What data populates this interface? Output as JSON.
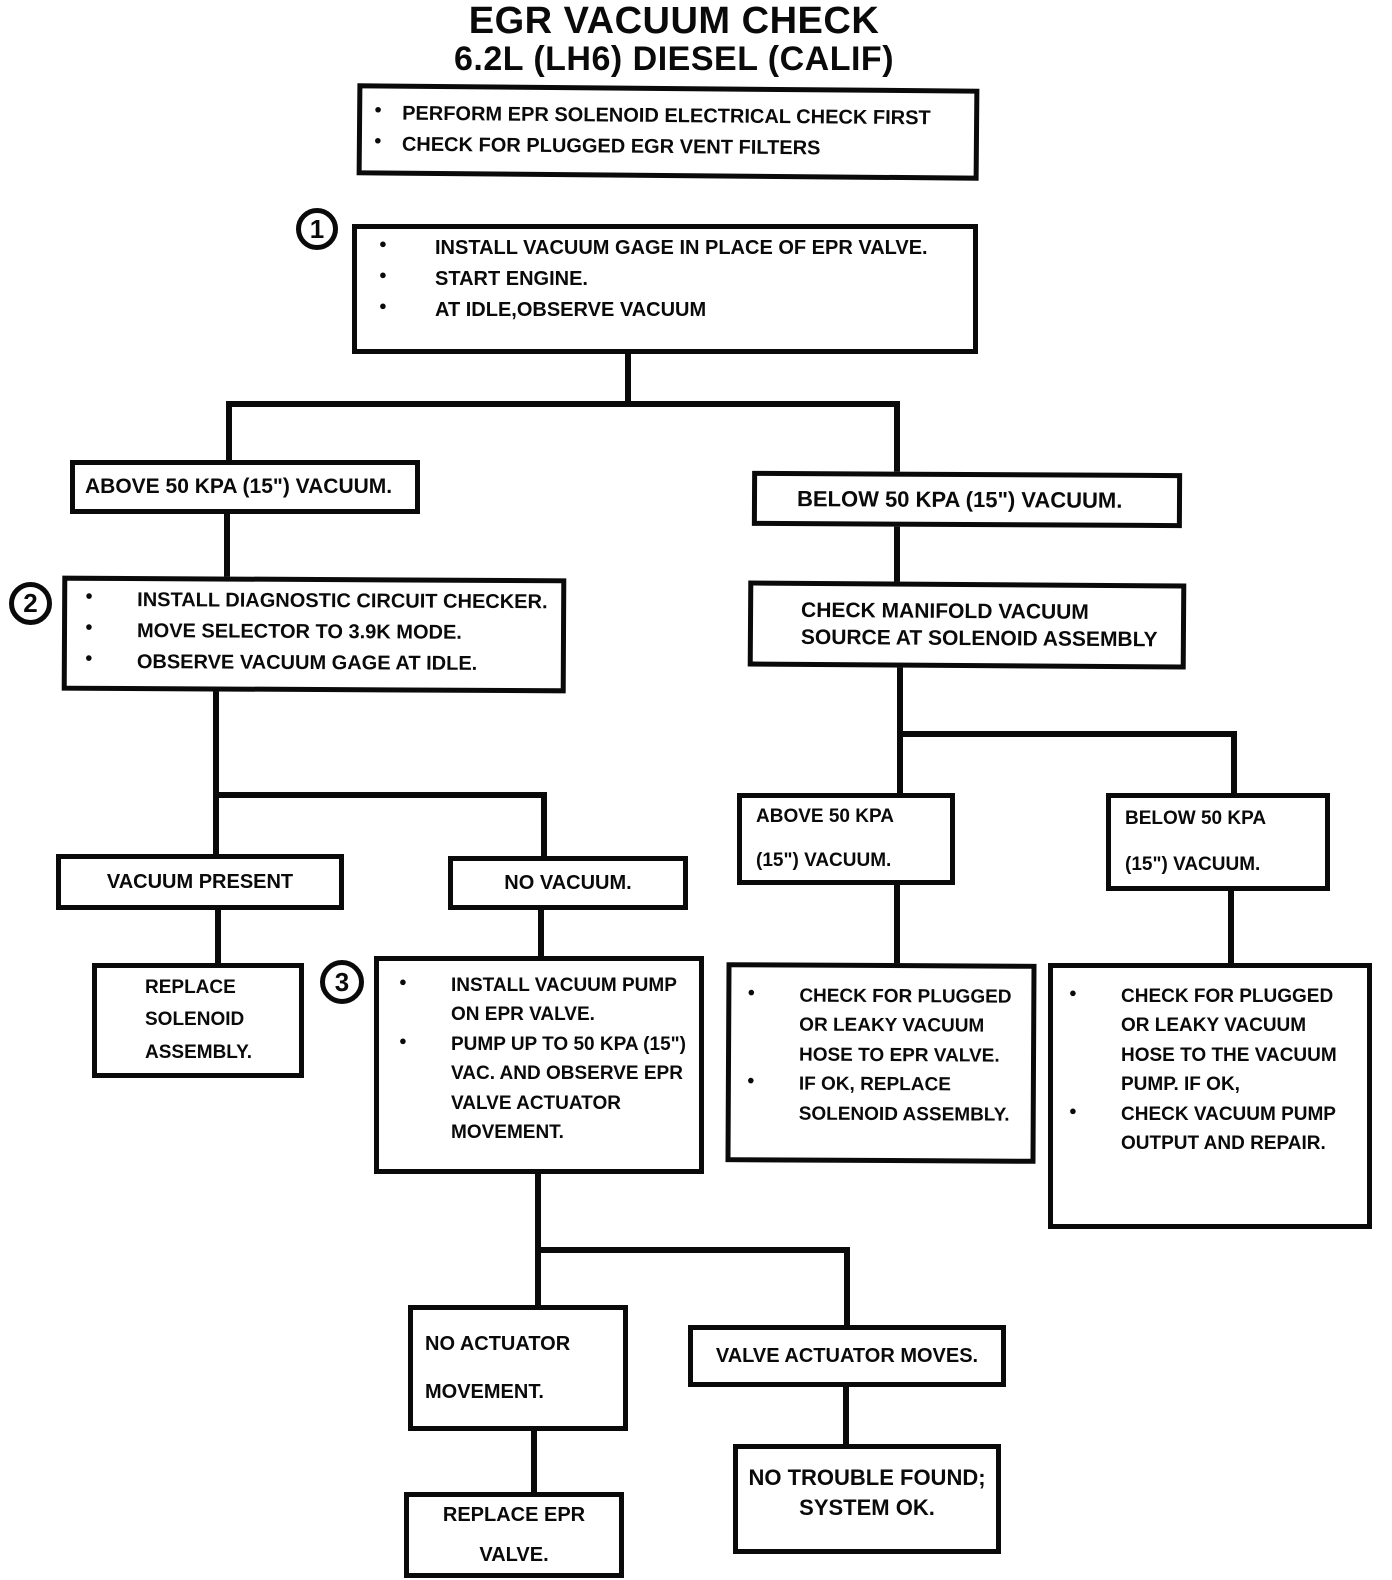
{
  "title": {
    "line1": "EGR VACUUM CHECK",
    "line2": "6.2L (LH6) DIESEL (CALIF)"
  },
  "colors": {
    "ink": "#0a0a0a",
    "paper": "#ffffff"
  },
  "badges": {
    "step1": "1",
    "step2": "2",
    "step3": "3"
  },
  "nodes": {
    "precheck": {
      "bullets": [
        "PERFORM EPR SOLENOID ELECTRICAL CHECK FIRST",
        "CHECK FOR PLUGGED EGR VENT FILTERS"
      ]
    },
    "step1": {
      "bullets": [
        "INSTALL VACUUM GAGE IN PLACE OF EPR VALVE.",
        "START ENGINE.",
        "AT IDLE,OBSERVE VACUUM"
      ]
    },
    "above50": {
      "text": "ABOVE 50 KPA (15\") VACUUM."
    },
    "below50": {
      "text": "BELOW 50 KPA (15\") VACUUM."
    },
    "step2": {
      "bullets": [
        "INSTALL DIAGNOSTIC CIRCUIT CHECKER.",
        "MOVE SELECTOR TO 3.9K MODE.",
        "OBSERVE VACUUM GAGE AT IDLE."
      ]
    },
    "check_manifold": {
      "lines": [
        "CHECK MANIFOLD VACUUM",
        "SOURCE AT SOLENOID ASSEMBLY"
      ]
    },
    "vacuum_present": {
      "text": "VACUUM PRESENT"
    },
    "no_vacuum": {
      "text": "NO VACUUM."
    },
    "replace_solenoid": {
      "lines": [
        "REPLACE",
        "SOLENOID",
        "ASSEMBLY."
      ]
    },
    "step3": {
      "bullets": [
        "INSTALL VACUUM PUMP ON EPR VALVE.",
        "PUMP UP TO 50 KPA (15\") VAC. AND OBSERVE EPR VALVE ACTUATOR MOVEMENT."
      ]
    },
    "above50_small": {
      "lines": [
        "ABOVE 50 KPA",
        "(15\") VACUUM."
      ]
    },
    "below50_small": {
      "lines": [
        "BELOW 50 KPA",
        "(15\") VACUUM."
      ]
    },
    "check_hose_epr": {
      "bullets": [
        "CHECK FOR PLUGGED OR LEAKY VACUUM HOSE TO EPR VALVE.",
        "IF OK, REPLACE SOLENOID ASSEMBLY."
      ]
    },
    "check_hose_pump": {
      "bullets": [
        "CHECK FOR PLUGGED OR LEAKY VACUUM HOSE TO THE VACUUM PUMP.  IF OK,",
        "CHECK VACUUM PUMP OUTPUT AND REPAIR."
      ]
    },
    "no_actuator": {
      "lines": [
        "NO ACTUATOR",
        "MOVEMENT."
      ]
    },
    "valve_moves": {
      "text": "VALVE ACTUATOR MOVES."
    },
    "replace_epr": {
      "lines": [
        "REPLACE EPR",
        "VALVE."
      ]
    },
    "no_trouble": {
      "lines": [
        "NO TROUBLE FOUND;",
        "SYSTEM OK."
      ]
    }
  }
}
